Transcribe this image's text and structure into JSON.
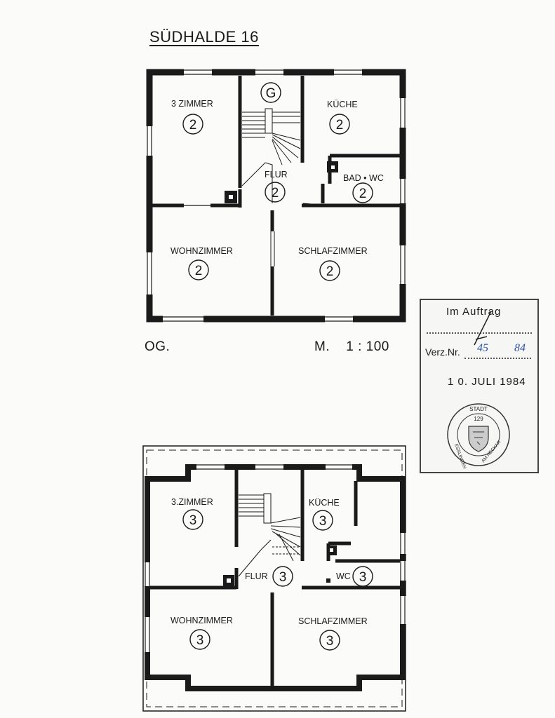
{
  "title": "SÜDHALDE 16",
  "scale": "M.    1 : 100",
  "floor_og": {
    "label": "OG.",
    "rooms": {
      "zimmer": "3 ZIMMER",
      "kueche": "KÜCHE",
      "flur": "FLUR",
      "bad": "BAD • WC",
      "wohnzimmer": "WOHNZIMMER",
      "schlafzimmer": "SCHLAFZIMMER"
    },
    "numbers": {
      "stair": "G",
      "zimmer": "2",
      "kueche": "2",
      "flur": "2",
      "bad": "2",
      "wohnzimmer": "2",
      "schlafzimmer": "2"
    }
  },
  "floor_dg": {
    "rooms": {
      "zimmer": "3.ZIMMER",
      "kueche": "KÜCHE",
      "flur": "FLUR",
      "wc": "WC",
      "wohnzimmer": "WOHNZIMMER",
      "schlafzimmer": "SCHLAFZIMMER"
    },
    "numbers": {
      "zimmer": "3",
      "kueche": "3",
      "flur": "3",
      "wc": "3",
      "wohnzimmer": "3",
      "schlafzimmer": "3"
    }
  },
  "stamp": {
    "heading": "Im Auftrag",
    "verz_label": "Verz.Nr.",
    "verz_number": "45",
    "verz_year": "84",
    "date": "1 0. JULI 1984",
    "seal_top": "STADT",
    "seal_num": "129",
    "seal_left": "ESSLINGEN",
    "seal_right": "AM NECKAR"
  },
  "colors": {
    "ink": "#1a1a1a",
    "paper": "#fbfbfa",
    "stamp_blue": "#2a4fa8"
  }
}
